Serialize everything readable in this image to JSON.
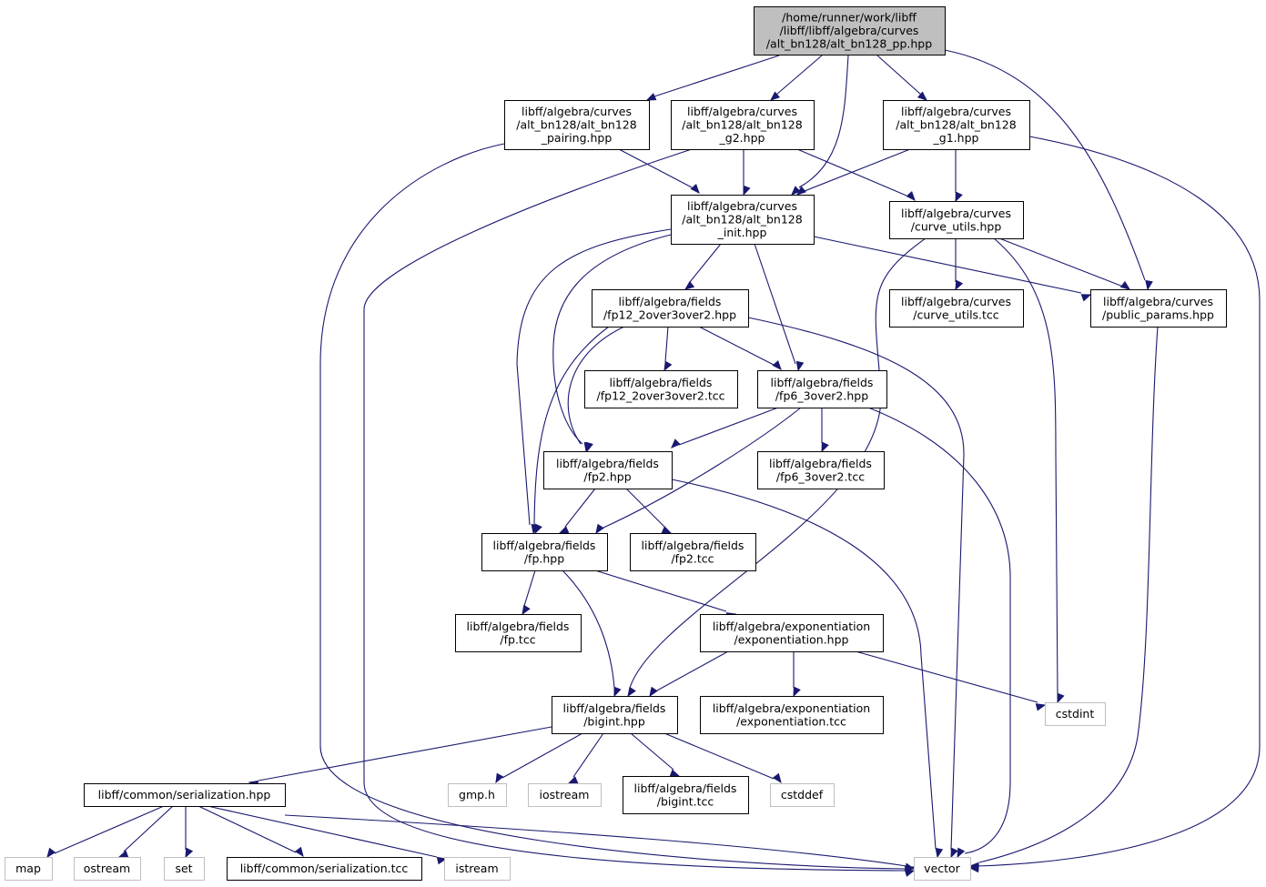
{
  "graph": {
    "title": "",
    "nodes": [
      {
        "id": "root",
        "lines": [
          "/home/runner/work/libff",
          "/libff/libff/algebra/curves",
          "/alt_bn128/alt_bn128_pp.hpp"
        ],
        "kind": "root"
      },
      {
        "id": "pairing",
        "lines": [
          "libff/algebra/curves",
          "/alt_bn128/alt_bn128",
          "_pairing.hpp"
        ],
        "kind": "internal"
      },
      {
        "id": "g2",
        "lines": [
          "libff/algebra/curves",
          "/alt_bn128/alt_bn128",
          "_g2.hpp"
        ],
        "kind": "internal"
      },
      {
        "id": "g1",
        "lines": [
          "libff/algebra/curves",
          "/alt_bn128/alt_bn128",
          "_g1.hpp"
        ],
        "kind": "internal"
      },
      {
        "id": "init",
        "lines": [
          "libff/algebra/curves",
          "/alt_bn128/alt_bn128",
          "_init.hpp"
        ],
        "kind": "internal"
      },
      {
        "id": "curve_utils_hpp",
        "lines": [
          "libff/algebra/curves",
          "/curve_utils.hpp"
        ],
        "kind": "internal"
      },
      {
        "id": "fp12_hpp",
        "lines": [
          "libff/algebra/fields",
          "/fp12_2over3over2.hpp"
        ],
        "kind": "internal"
      },
      {
        "id": "curve_utils_tcc",
        "lines": [
          "libff/algebra/curves",
          "/curve_utils.tcc"
        ],
        "kind": "internal"
      },
      {
        "id": "public_params",
        "lines": [
          "libff/algebra/curves",
          "/public_params.hpp"
        ],
        "kind": "internal"
      },
      {
        "id": "fp12_tcc",
        "lines": [
          "libff/algebra/fields",
          "/fp12_2over3over2.tcc"
        ],
        "kind": "internal"
      },
      {
        "id": "fp6_hpp",
        "lines": [
          "libff/algebra/fields",
          "/fp6_3over2.hpp"
        ],
        "kind": "internal"
      },
      {
        "id": "fp2_hpp",
        "lines": [
          "libff/algebra/fields",
          "/fp2.hpp"
        ],
        "kind": "internal"
      },
      {
        "id": "fp6_tcc",
        "lines": [
          "libff/algebra/fields",
          "/fp6_3over2.tcc"
        ],
        "kind": "internal"
      },
      {
        "id": "fp_hpp",
        "lines": [
          "libff/algebra/fields",
          "/fp.hpp"
        ],
        "kind": "internal"
      },
      {
        "id": "fp2_tcc",
        "lines": [
          "libff/algebra/fields",
          "/fp2.tcc"
        ],
        "kind": "internal"
      },
      {
        "id": "fp_tcc",
        "lines": [
          "libff/algebra/fields",
          "/fp.tcc"
        ],
        "kind": "internal"
      },
      {
        "id": "exp_hpp",
        "lines": [
          "libff/algebra/exponentiation",
          "/exponentiation.hpp"
        ],
        "kind": "internal"
      },
      {
        "id": "bigint_hpp",
        "lines": [
          "libff/algebra/fields",
          "/bigint.hpp"
        ],
        "kind": "internal"
      },
      {
        "id": "exp_tcc",
        "lines": [
          "libff/algebra/exponentiation",
          "/exponentiation.tcc"
        ],
        "kind": "internal"
      },
      {
        "id": "cstdint",
        "lines": [
          "cstdint"
        ],
        "kind": "external"
      },
      {
        "id": "serialization_hpp",
        "lines": [
          "libff/common/serialization.hpp"
        ],
        "kind": "internal"
      },
      {
        "id": "gmp",
        "lines": [
          "gmp.h"
        ],
        "kind": "external"
      },
      {
        "id": "iostream",
        "lines": [
          "iostream"
        ],
        "kind": "external"
      },
      {
        "id": "bigint_tcc",
        "lines": [
          "libff/algebra/fields",
          "/bigint.tcc"
        ],
        "kind": "internal"
      },
      {
        "id": "cstddef",
        "lines": [
          "cstddef"
        ],
        "kind": "external"
      },
      {
        "id": "map",
        "lines": [
          "map"
        ],
        "kind": "external"
      },
      {
        "id": "ostream",
        "lines": [
          "ostream"
        ],
        "kind": "external"
      },
      {
        "id": "set",
        "lines": [
          "set"
        ],
        "kind": "external"
      },
      {
        "id": "serialization_tcc",
        "lines": [
          "libff/common/serialization.tcc"
        ],
        "kind": "internal"
      },
      {
        "id": "istream",
        "lines": [
          "istream"
        ],
        "kind": "external"
      },
      {
        "id": "vector",
        "lines": [
          "vector"
        ],
        "kind": "external"
      }
    ],
    "edges": [
      [
        "root",
        "pairing"
      ],
      [
        "root",
        "g2"
      ],
      [
        "root",
        "init"
      ],
      [
        "root",
        "g1"
      ],
      [
        "root",
        "public_params"
      ],
      [
        "pairing",
        "init"
      ],
      [
        "pairing",
        "vector"
      ],
      [
        "g2",
        "init"
      ],
      [
        "g2",
        "curve_utils_hpp"
      ],
      [
        "g2",
        "vector"
      ],
      [
        "g1",
        "init"
      ],
      [
        "g1",
        "curve_utils_hpp"
      ],
      [
        "g1",
        "vector"
      ],
      [
        "init",
        "fp12_hpp"
      ],
      [
        "init",
        "fp6_hpp"
      ],
      [
        "init",
        "fp2_hpp"
      ],
      [
        "init",
        "fp_hpp"
      ],
      [
        "init",
        "public_params"
      ],
      [
        "curve_utils_hpp",
        "curve_utils_tcc"
      ],
      [
        "curve_utils_hpp",
        "public_params"
      ],
      [
        "curve_utils_hpp",
        "bigint_hpp"
      ],
      [
        "curve_utils_hpp",
        "cstdint"
      ],
      [
        "public_params",
        "vector"
      ],
      [
        "fp12_hpp",
        "fp12_tcc"
      ],
      [
        "fp12_hpp",
        "fp6_hpp"
      ],
      [
        "fp12_hpp",
        "fp2_hpp"
      ],
      [
        "fp12_hpp",
        "fp_hpp"
      ],
      [
        "fp12_hpp",
        "vector"
      ],
      [
        "fp6_hpp",
        "fp6_tcc"
      ],
      [
        "fp6_hpp",
        "fp2_hpp"
      ],
      [
        "fp6_hpp",
        "fp_hpp"
      ],
      [
        "fp6_hpp",
        "vector"
      ],
      [
        "fp2_hpp",
        "fp_hpp"
      ],
      [
        "fp2_hpp",
        "fp2_tcc"
      ],
      [
        "fp2_hpp",
        "vector"
      ],
      [
        "fp_hpp",
        "fp_tcc"
      ],
      [
        "fp_hpp",
        "exp_hpp"
      ],
      [
        "fp_hpp",
        "bigint_hpp"
      ],
      [
        "exp_hpp",
        "bigint_hpp"
      ],
      [
        "exp_hpp",
        "exp_tcc"
      ],
      [
        "exp_hpp",
        "cstdint"
      ],
      [
        "bigint_hpp",
        "serialization_hpp"
      ],
      [
        "bigint_hpp",
        "gmp"
      ],
      [
        "bigint_hpp",
        "iostream"
      ],
      [
        "bigint_hpp",
        "bigint_tcc"
      ],
      [
        "bigint_hpp",
        "cstddef"
      ],
      [
        "serialization_hpp",
        "map"
      ],
      [
        "serialization_hpp",
        "ostream"
      ],
      [
        "serialization_hpp",
        "set"
      ],
      [
        "serialization_hpp",
        "serialization_tcc"
      ],
      [
        "serialization_hpp",
        "istream"
      ],
      [
        "serialization_hpp",
        "vector"
      ]
    ]
  }
}
